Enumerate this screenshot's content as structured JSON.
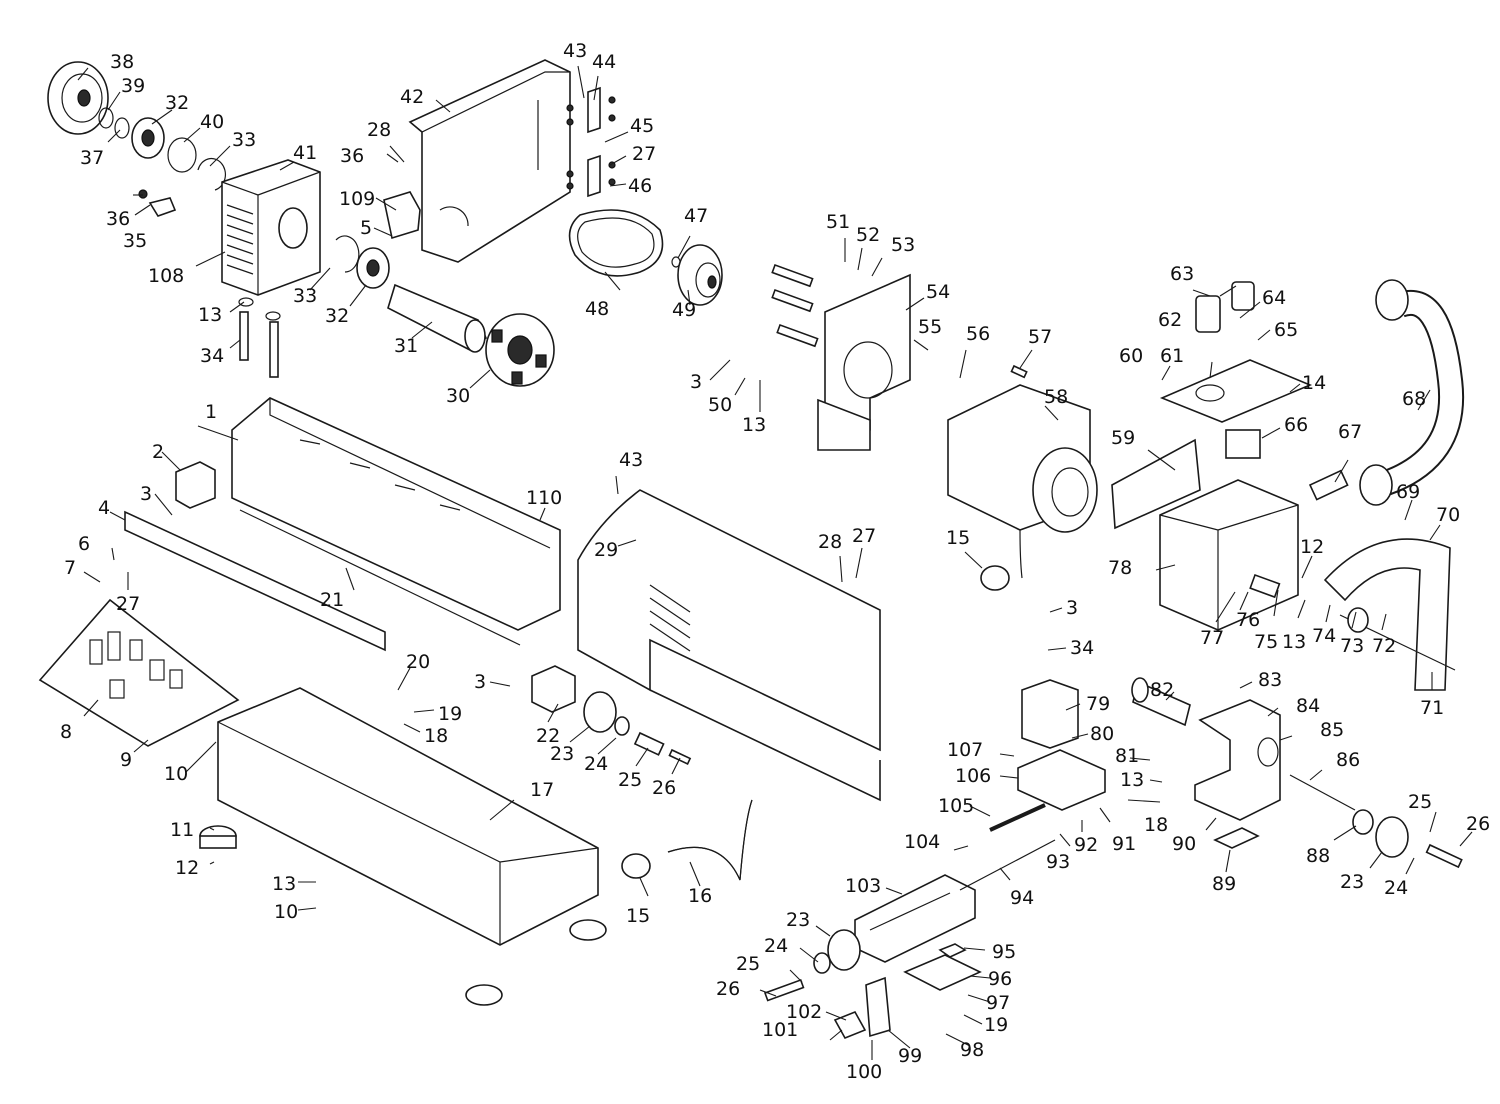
{
  "labels": {
    "p1": "1",
    "p2": "2",
    "p3a": "3",
    "p3b": "3",
    "p3c": "3",
    "p3d": "3",
    "p4": "4",
    "p5": "5",
    "p6": "6",
    "p7": "7",
    "p8": "8",
    "p9": "9",
    "p10a": "10",
    "p10b": "10",
    "p11": "11",
    "p12a": "12",
    "p12b": "12",
    "p13a": "13",
    "p13b": "13",
    "p13c": "13",
    "p13d": "13",
    "p13e": "13",
    "p14": "14",
    "p15a": "15",
    "p15b": "15",
    "p16": "16",
    "p17": "17",
    "p18a": "18",
    "p18b": "18",
    "p19a": "19",
    "p19b": "19",
    "p20": "20",
    "p21": "21",
    "p22": "22",
    "p23a": "23",
    "p23b": "23",
    "p23c": "23",
    "p24a": "24",
    "p24b": "24",
    "p24c": "24",
    "p25a": "25",
    "p25b": "25",
    "p25c": "25",
    "p26a": "26",
    "p26b": "26",
    "p26c": "26",
    "p27a": "27",
    "p27b": "27",
    "p27c": "27",
    "p28a": "28",
    "p28b": "28",
    "p29": "29",
    "p30": "30",
    "p31": "31",
    "p32a": "32",
    "p32b": "32",
    "p33a": "33",
    "p33b": "33",
    "p34a": "34",
    "p34b": "34",
    "p35": "35",
    "p36a": "36",
    "p36b": "36",
    "p37": "37",
    "p38": "38",
    "p39": "39",
    "p40": "40",
    "p41": "41",
    "p42": "42",
    "p43a": "43",
    "p43b": "43",
    "p44": "44",
    "p45": "45",
    "p46": "46",
    "p47": "47",
    "p48": "48",
    "p49": "49",
    "p50": "50",
    "p51": "51",
    "p52": "52",
    "p53": "53",
    "p54": "54",
    "p55": "55",
    "p56": "56",
    "p57": "57",
    "p58": "58",
    "p59": "59",
    "p60": "60",
    "p61": "61",
    "p62": "62",
    "p63": "63",
    "p64": "64",
    "p65": "65",
    "p66": "66",
    "p67": "67",
    "p68": "68",
    "p69": "69",
    "p70": "70",
    "p71": "71",
    "p72": "72",
    "p73": "73",
    "p74": "74",
    "p75": "75",
    "p76": "76",
    "p77": "77",
    "p78": "78",
    "p79": "79",
    "p80": "80",
    "p81": "81",
    "p82": "82",
    "p83": "83",
    "p84": "84",
    "p85": "85",
    "p86": "86",
    "p88": "88",
    "p89": "89",
    "p90": "90",
    "p91": "91",
    "p92": "92",
    "p93": "93",
    "p94": "94",
    "p95": "95",
    "p96": "96",
    "p97": "97",
    "p98": "98",
    "p99": "99",
    "p100": "100",
    "p101": "101",
    "p102": "102",
    "p103": "103",
    "p104": "104",
    "p105": "105",
    "p106": "106",
    "p107": "107",
    "p108": "108",
    "p109": "109",
    "p110": "110"
  },
  "colors": {
    "ink": "#1a1a1a",
    "paper": "#ffffff"
  }
}
